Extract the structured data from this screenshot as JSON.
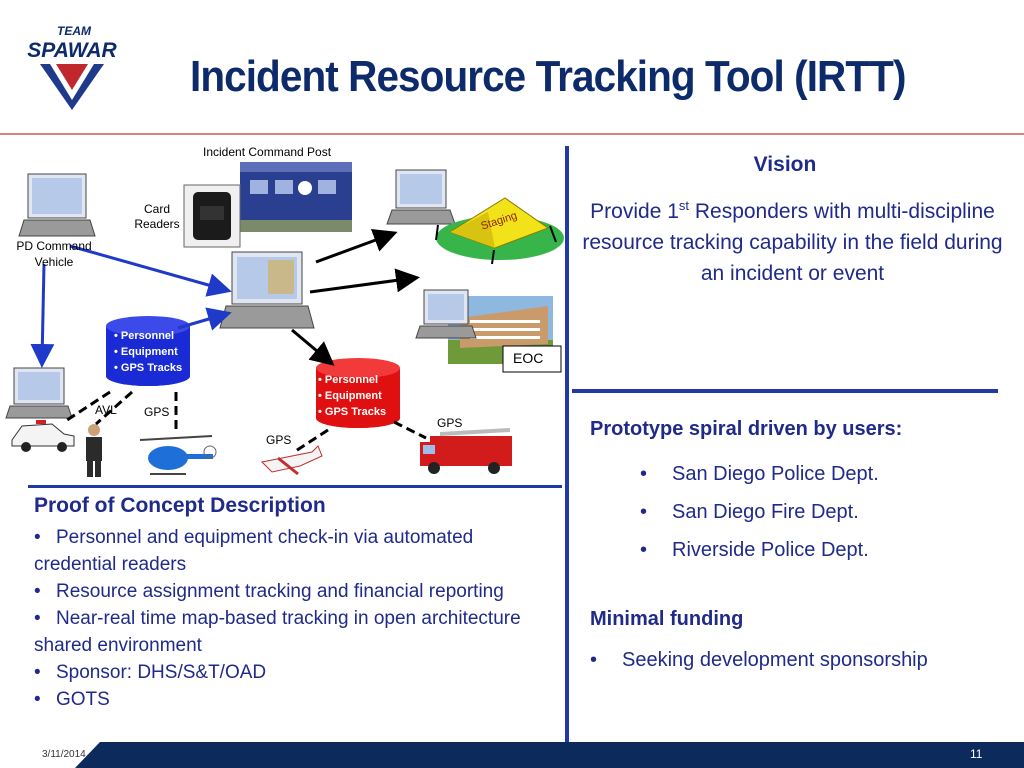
{
  "header": {
    "logo_text_top": "TEAM",
    "logo_text_main": "SPAWAR",
    "title": "Incident Resource Tracking Tool (IRTT)"
  },
  "diagram": {
    "icp_label": "Incident Command Post",
    "card_readers_label": "Card\nReaders",
    "pd_command_label": "PD Command\nVehicle",
    "staging_label": "Staging",
    "eoc_label": "EOC",
    "db_left_items": [
      "• Personnel",
      "• Equipment",
      "• GPS Tracks"
    ],
    "db_right_items": [
      "• Personnel",
      "• Equipment",
      "• GPS Tracks"
    ],
    "avl_label": "AVL",
    "gps_label_1": "GPS",
    "gps_label_2": "GPS",
    "gps_label_3": "GPS",
    "colors": {
      "arrow_blue": "#1f3ac8",
      "arrow_black": "#000000",
      "db_blue": "#1a2bd6",
      "db_red": "#e01010",
      "tent": "#f2e21a",
      "grass": "#38b54a"
    }
  },
  "vision": {
    "heading": "Vision",
    "text_pre": "Provide 1",
    "text_sup": "st",
    "text_post": " Responders with multi-discipline resource tracking capability in the field during an incident or event"
  },
  "prototype": {
    "heading": "Prototype spiral driven by users:",
    "items": [
      "San Diego Police Dept.",
      "San Diego Fire Dept.",
      "Riverside Police Dept."
    ]
  },
  "funding": {
    "heading": "Minimal funding",
    "items": [
      "Seeking development sponsorship"
    ]
  },
  "poc": {
    "heading": "Proof of Concept Description",
    "items": [
      "Personnel and equipment check-in via automated credential readers",
      "Resource assignment tracking and financial reporting",
      "Near-real time map-based tracking in open architecture shared environment",
      "Sponsor: DHS/S&T/OAD",
      "GOTS"
    ]
  },
  "footer": {
    "date": "3/11/2014",
    "page": "11",
    "bar_color": "#0d2a5c"
  }
}
